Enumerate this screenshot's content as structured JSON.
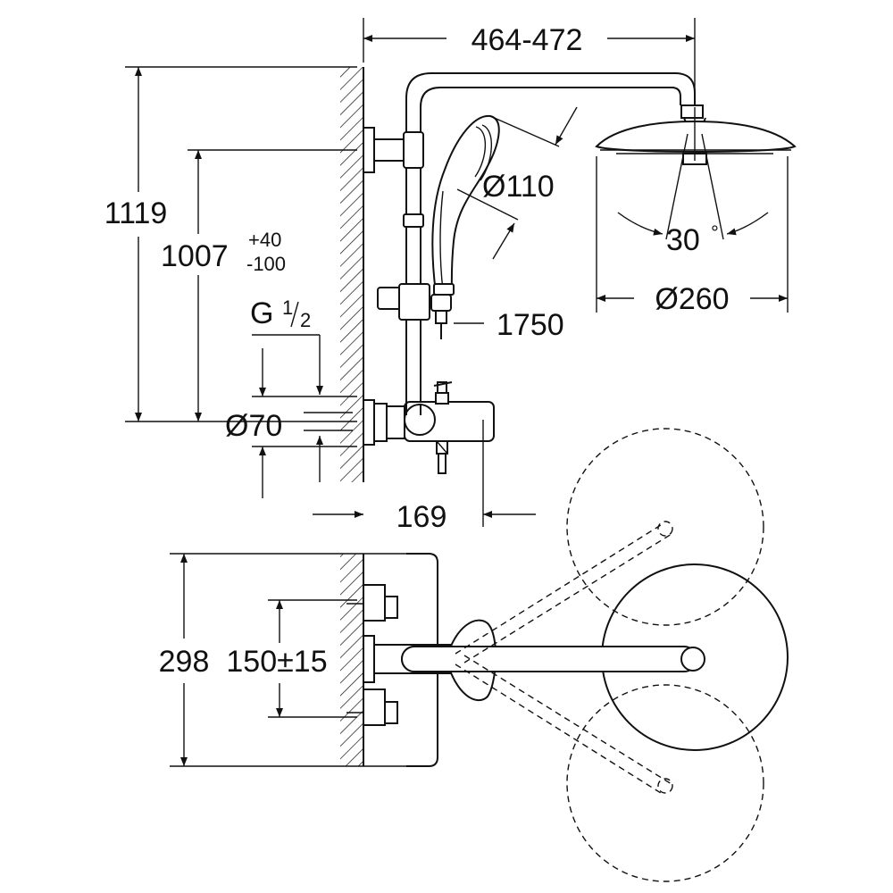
{
  "dimensions": {
    "arm_span": "464-472",
    "overall_height": "1119",
    "mixer_height": "1007",
    "mixer_height_tol_plus": "+40",
    "mixer_height_tol_minus": "-100",
    "thread_label": "G",
    "thread_num": "1",
    "thread_den": "2",
    "handshower_dia": "Ø110",
    "hose_length": "1750",
    "rose_dia": "Ø260",
    "tilt_angle": "30",
    "degree_sign": "°",
    "flange_dia": "Ø70",
    "spout_projection": "169",
    "plan_depth": "298",
    "inlet_centres": "150±15"
  }
}
